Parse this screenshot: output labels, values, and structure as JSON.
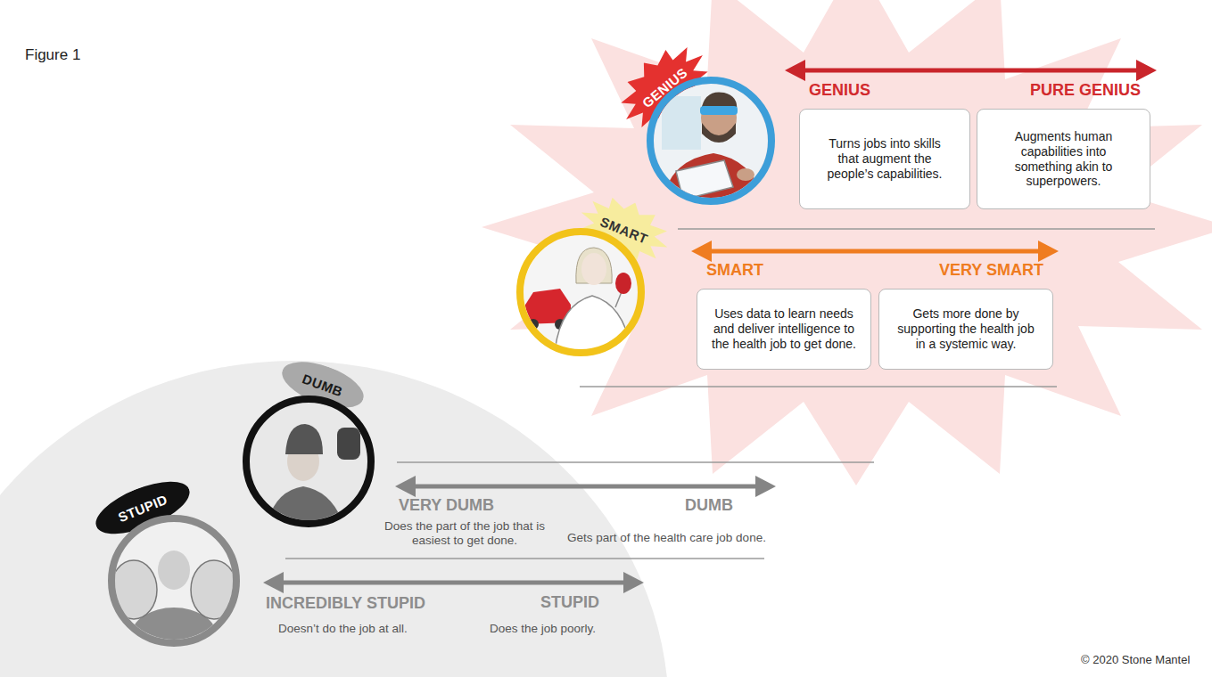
{
  "diagram": {
    "nodes": [
      {
        "text": [
          "GENIUS"
        ]
      },
      {
        "text": [
          "GENIUS",
          "Turns jobs into skills that augment the people’s capabilities."
        ]
      },
      {
        "text": [
          "PURE GENIUS",
          "Augments human capabilities into something akin to superpowers."
        ]
      },
      {
        "text": [
          "SMART"
        ]
      },
      {
        "text": [
          "SMART",
          "Uses data to learn needs and deliver intelligence to the health job to get done."
        ]
      },
      {
        "text": [
          "VERY SMART",
          "Gets more done by supporting the health job in a systemic way."
        ]
      },
      {
        "text": [
          "DUMB"
        ]
      },
      {
        "text": [
          "STUPID"
        ]
      }
    ],
    "labels": [
      "Figure 1",
      "VERY DUMB",
      "Does the part of the job that is easiest to get done.",
      "DUMB",
      "Gets part of the health care job done.",
      "INCREDIBLY STUPID",
      "Doesn’t do the job at all.",
      "STUPID",
      "Does the job poorly.",
      "© 2020 Stone Mantel"
    ]
  }
}
